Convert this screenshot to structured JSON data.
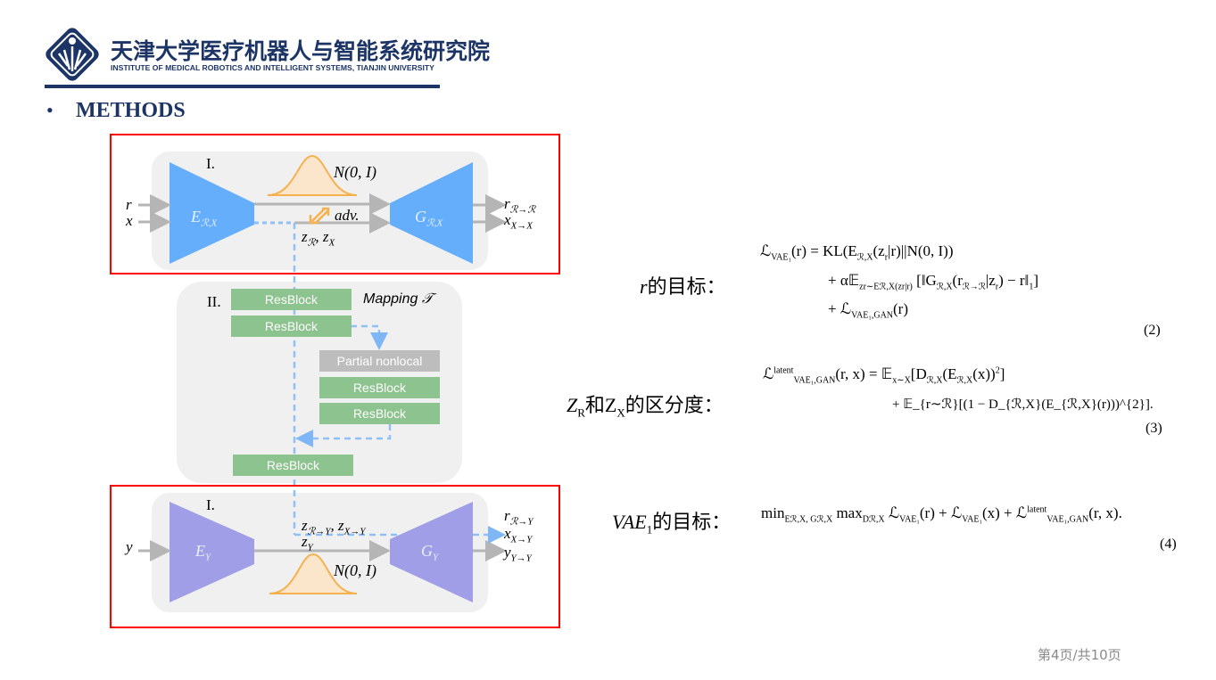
{
  "header": {
    "logo_name": "logo",
    "title_cn": "天津大学医疗机器人与智能系统研究院",
    "title_en": "INSTITUTE OF MEDICAL ROBOTICS AND INTELLIGENT SYSTEMS, TIANJIN UNIVERSITY",
    "brand_color": "#1c3566"
  },
  "section": {
    "bullet": "•",
    "title": "METHODS"
  },
  "diagram": {
    "top": {
      "stage": "I.",
      "input_r": "r",
      "input_x": "x",
      "encoder": {
        "base": "E",
        "sub": "ℛ,X"
      },
      "decoder": {
        "base": "G",
        "sub": "ℛ,X"
      },
      "prior": "N(0, I)",
      "adv": "adv.",
      "latent": {
        "a": "z",
        "a_sub": "ℛ",
        "b": ", z",
        "b_sub": "X"
      },
      "out_r": {
        "base": "r",
        "sub": "ℛ→ℛ"
      },
      "out_x": {
        "base": "x",
        "sub": "X→X"
      },
      "color": "#64aefc"
    },
    "mapping": {
      "stage": "II.",
      "title": "Mapping 𝒯",
      "blocks": [
        "ResBlock",
        "ResBlock",
        "Partial nonlocal",
        "ResBlock",
        "ResBlock",
        "ResBlock"
      ]
    },
    "bottom": {
      "stage": "I.",
      "input_y": "y",
      "encoder": {
        "base": "E",
        "sub": "Y"
      },
      "decoder": {
        "base": "G",
        "sub": "Y"
      },
      "prior": "N(0, I)",
      "mapped_latent": {
        "a": "z",
        "a_sub": "ℛ→Y",
        "b": ", z",
        "b_sub": "X→Y"
      },
      "latent": {
        "a": "z",
        "a_sub": "Y"
      },
      "out_r": {
        "base": "r",
        "sub": "ℛ→Y"
      },
      "out_x": {
        "base": "x",
        "sub": "X→Y"
      },
      "out_y": {
        "base": "y",
        "sub": "Y→Y"
      },
      "color": "#a09ee6"
    },
    "highlight_color": "#ff0000"
  },
  "goals": [
    {
      "pre": "r",
      "sub": "",
      "mid": "",
      "sub2": "",
      "post": "的目标："
    },
    {
      "pre": "Z",
      "sub": "R",
      "mid": "和Z",
      "sub2": "X",
      "post": "的区分度："
    },
    {
      "pre": "VAE",
      "sub": "1",
      "mid": "",
      "sub2": "",
      "post": "的目标："
    }
  ],
  "equations": {
    "eq2": {
      "lines": [
        "ℒ_{VAE₁}(r) =  KL(E_{ℛ,X}(z_{r}|r)||N(0, I))",
        "+ α𝔼_{z_r∼E_{ℛ,X}(z_r|r)} [‖G_{ℛ,X}(r_{ℛ→ℛ}|z_{r}) − r‖_{1}]",
        "+ ℒ_{VAE₁,GAN}(r)"
      ],
      "number": "(2)"
    },
    "eq3": {
      "lines": [
        "ℒ^{latent}_{VAE₁,GAN}(r, x) = 𝔼_{x∼X}[D_{ℛ,X}(E_{ℛ,X}(x))^{2}]",
        "+ 𝔼_{r∼ℛ}[(1 − D_{ℛ,X}(E_{ℛ,X}(r)))^{2}]."
      ],
      "number": "(3)"
    },
    "eq4": {
      "lines": [
        "min_{E_ℛ,X, G_ℛ,X} max_{D_ℛ,X}  ℒ_{VAE₁}(r) + ℒ_{VAE₁}(x) + ℒ^{latent}_{VAE₁,GAN}(r, x)."
      ],
      "number": "(4)"
    }
  },
  "footer": {
    "page": "第4页/共10页"
  }
}
